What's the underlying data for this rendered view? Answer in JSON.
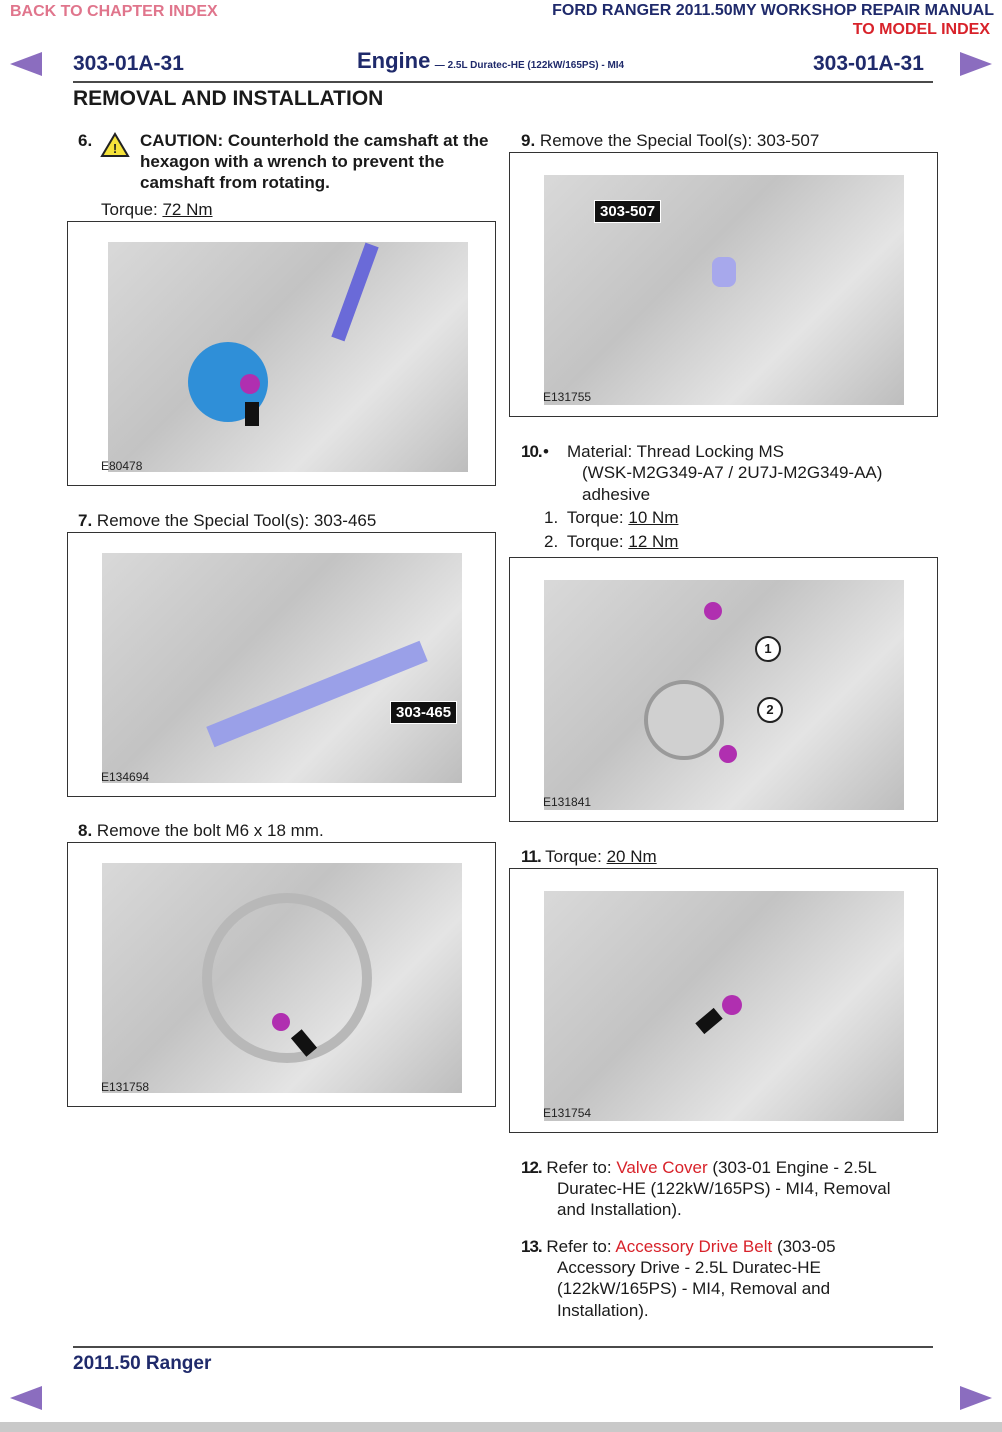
{
  "top": {
    "back_link": "BACK TO CHAPTER INDEX",
    "manual_title": "FORD RANGER 2011.50MY WORKSHOP REPAIR MANUAL",
    "model_link": "TO MODEL INDEX"
  },
  "header": {
    "page_left": "303-01A-31",
    "section": "Engine",
    "section_sub": "— 2.5L Duratec-HE (122kW/165PS) - MI4",
    "page_right": "303-01A-31"
  },
  "title": "REMOVAL AND INSTALLATION",
  "steps": {
    "s6": {
      "num": "6.",
      "caution": "CAUTION: Counterhold the camshaft at the hexagon with a wrench to prevent the camshaft from rotating.",
      "torque_label": "Torque:",
      "torque_value": "72 Nm",
      "fig_code": "E80478"
    },
    "s7": {
      "num": "7.",
      "text": "Remove the Special Tool(s): 303-465",
      "fig_code": "E134694",
      "callout": "303-465"
    },
    "s8": {
      "num": "8.",
      "text": "Remove the bolt M6 x 18 mm.",
      "fig_code": "E131758"
    },
    "s9": {
      "num": "9.",
      "text": "Remove the Special Tool(s): 303-507",
      "fig_code": "E131755",
      "callout": "303-507"
    },
    "s10": {
      "num": "10.",
      "bullet": "•",
      "material_line1": "Material: Thread Locking MS",
      "material_line2": "(WSK-M2G349-A7 / 2U7J-M2G349-AA)",
      "material_line3": "adhesive",
      "t1_num": "1.",
      "t1_label": "Torque:",
      "t1_value": "10 Nm",
      "t2_num": "2.",
      "t2_label": "Torque:",
      "t2_value": "12 Nm",
      "fig_code": "E131841",
      "marker1": "1",
      "marker2": "2"
    },
    "s11": {
      "num": "11.",
      "torque_label": "Torque:",
      "torque_value": "20 Nm",
      "fig_code": "E131754"
    },
    "s12": {
      "num": "12.",
      "prefix": "Refer to:",
      "link": "Valve Cover",
      "rest1": "(303-01 Engine - 2.5L",
      "rest2": "Duratec-HE (122kW/165PS) - MI4, Removal",
      "rest3": "and Installation)."
    },
    "s13": {
      "num": "13.",
      "prefix": "Refer to:",
      "link": "Accessory Drive Belt",
      "rest1": "(303-05",
      "rest2": "Accessory Drive - 2.5L Duratec-HE",
      "rest3": "(122kW/165PS) - MI4, Removal and",
      "rest4": "Installation)."
    }
  },
  "footer": {
    "model": "2011.50 Ranger"
  },
  "colors": {
    "accent_navy": "#1f2a6b",
    "link_red": "#d8222a",
    "nav_arrow": "#8b6dbf",
    "top_link_pink": "#e0758c"
  }
}
